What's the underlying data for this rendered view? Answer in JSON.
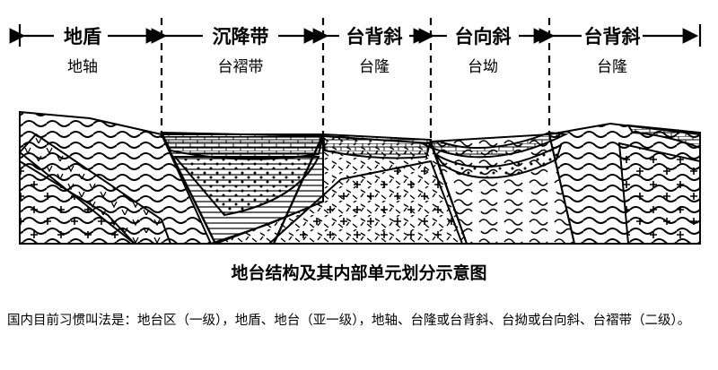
{
  "regions": [
    {
      "main": "地盾",
      "sub": "地轴"
    },
    {
      "main": "沉降带",
      "sub": "台褶带"
    },
    {
      "main": "台背斜",
      "sub": "台隆"
    },
    {
      "main": "台向斜",
      "sub": "台坳"
    },
    {
      "main": "台背斜",
      "sub": "台隆"
    }
  ],
  "caption": "地台结构及其内部单元划分示意图",
  "note": "国内目前习惯叫法是：地台区（一级），地盾、地台（亚一级），地轴、台隆或台背斜、台拗或台向斜、台褶带（二级）。"
}
